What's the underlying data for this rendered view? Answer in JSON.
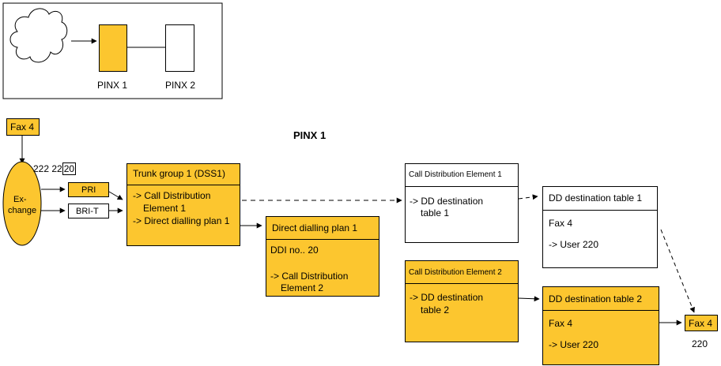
{
  "overview": {
    "pinx1_label": "PINX 1",
    "pinx2_label": "PINX 2"
  },
  "fax_source": {
    "label": "Fax 4"
  },
  "title": "PINX 1",
  "exchange": {
    "label_line1": "Ex-",
    "label_line2": "change",
    "number_prefix": "222 22",
    "number_suffix": "20"
  },
  "lines": {
    "pri": "PRI",
    "brit": "BRI-T"
  },
  "trunk_group": {
    "title": "Trunk group 1 (DSS1)",
    "line1": "-> Call Distribution",
    "line2": "Element 1",
    "line3": "-> Direct dialling plan 1"
  },
  "ddi_plan": {
    "title": "Direct dialling plan 1",
    "line1": "DDI no.. 20",
    "line2": "-> Call Distribution",
    "line3": "Element 2"
  },
  "cde1": {
    "title": "Call Distribution Element 1",
    "line1": "-> DD destination",
    "line2": "table 1"
  },
  "cde2": {
    "title": "Call Distribution Element 2",
    "line1": "-> DD destination",
    "line2": "table 2"
  },
  "ddt1": {
    "title": "DD destination table 1",
    "line1": "Fax 4",
    "line2": "-> User 220"
  },
  "ddt2": {
    "title": "DD destination table 2",
    "line1": "Fax 4",
    "line2": "-> User 220"
  },
  "fax_dest": {
    "label": "Fax 4",
    "number": "220"
  },
  "colors": {
    "highlight": "#fcc62f",
    "stroke": "#000000"
  }
}
